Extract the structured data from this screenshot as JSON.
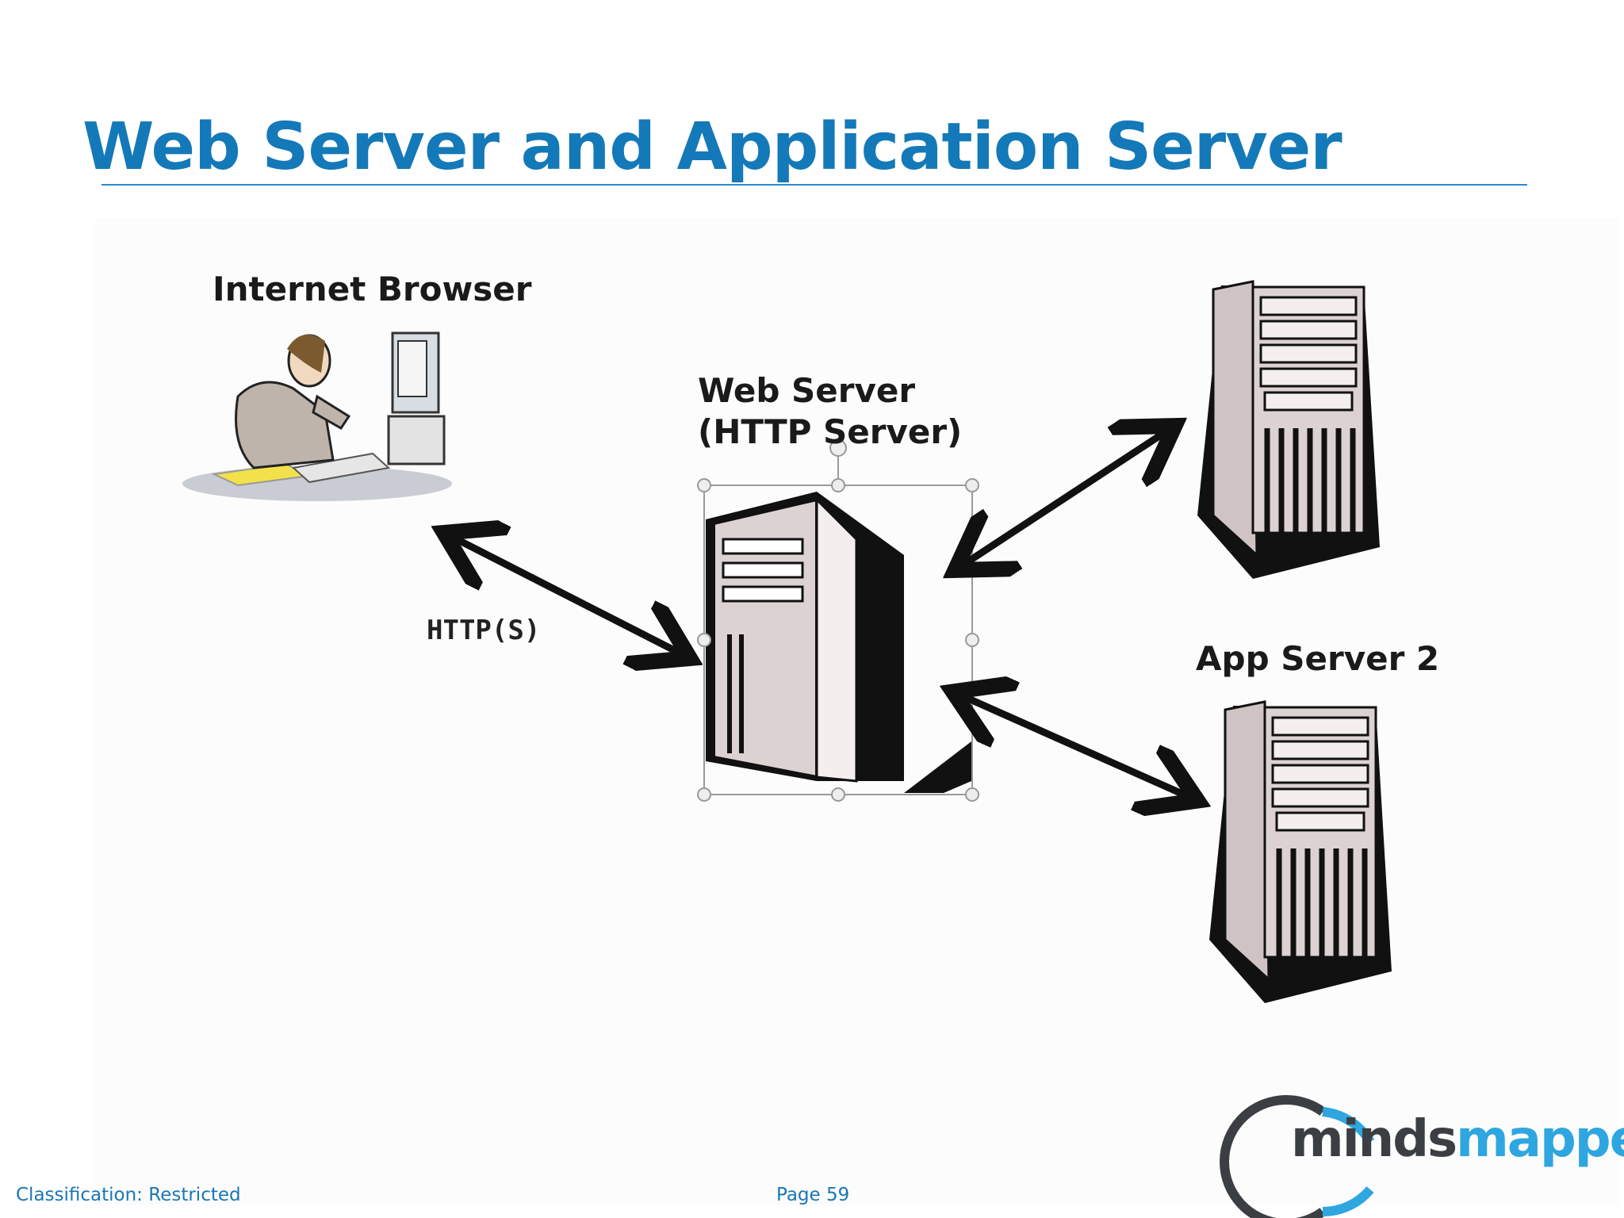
{
  "slide": {
    "title": "Web Server and Application Server"
  },
  "diagram": {
    "browser_label": "Internet Browser",
    "web_server_label_line1": "Web Server",
    "web_server_label_line2": "(HTTP Server)",
    "protocol_label": "HTTP(S)",
    "app_server_2_label": "App Server 2"
  },
  "footer": {
    "classification": "Classification: Restricted",
    "page": "Page 59"
  },
  "logo": {
    "part1": "minds",
    "part2": "mapped"
  },
  "colors": {
    "title": "#1479b8",
    "footer": "#1a76b4",
    "logo_blue": "#2ea6e0",
    "logo_dark": "#3b3f44"
  }
}
